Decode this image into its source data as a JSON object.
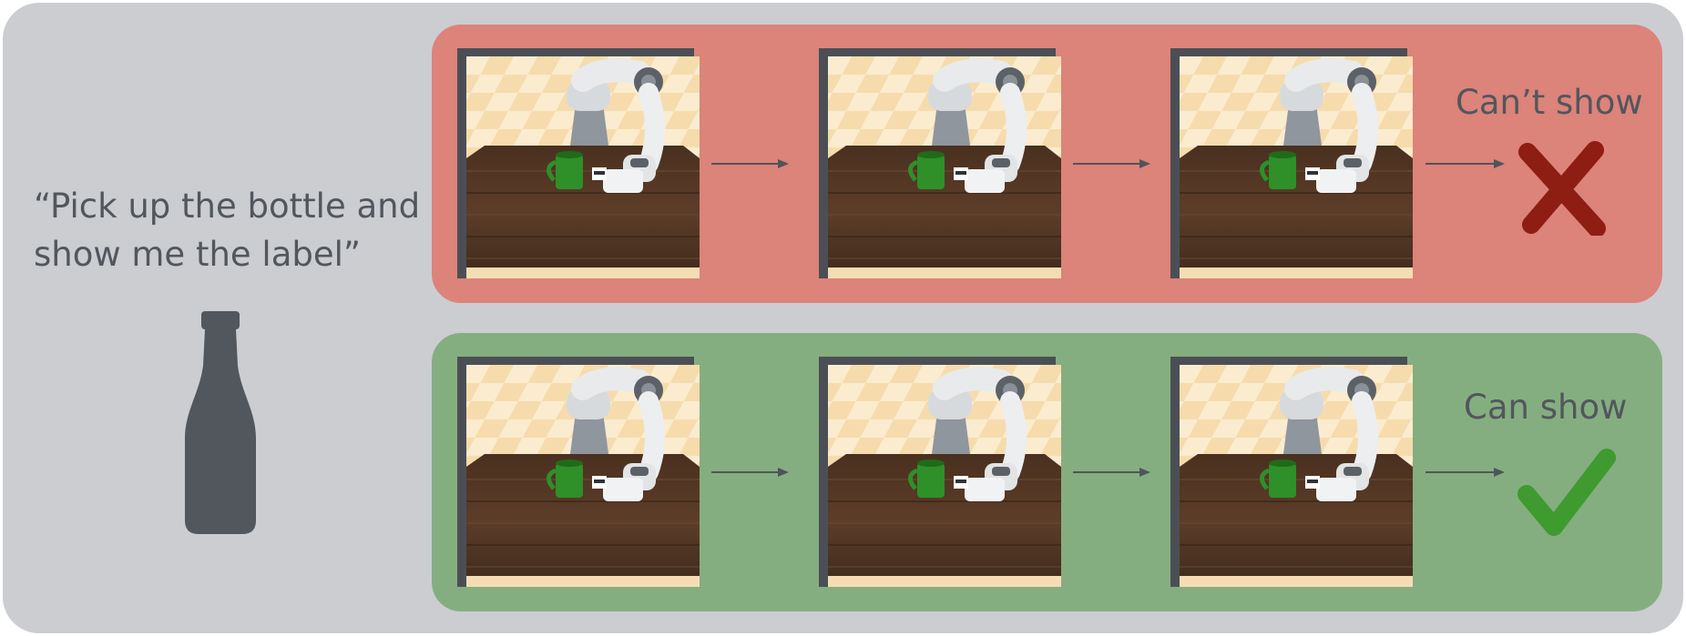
{
  "instruction": {
    "line1": "“Pick up the bottle and",
    "line2": "show me the label”"
  },
  "object_icon": "bottle-icon",
  "rows": [
    {
      "id": "fail",
      "label": "Can’t show",
      "mark_icon": "red-x-icon",
      "panel_color": "#dc837a",
      "mark_color": "#8e1d14"
    },
    {
      "id": "success",
      "label": "Can show",
      "mark_icon": "green-checkmark-icon",
      "panel_color": "#85ae80",
      "mark_color": "#3f9a2f"
    }
  ],
  "colors": {
    "background": "#cbcdd1",
    "text": "#52565d",
    "frame_border": "#4b4f55",
    "arrow": "#4f545b"
  }
}
